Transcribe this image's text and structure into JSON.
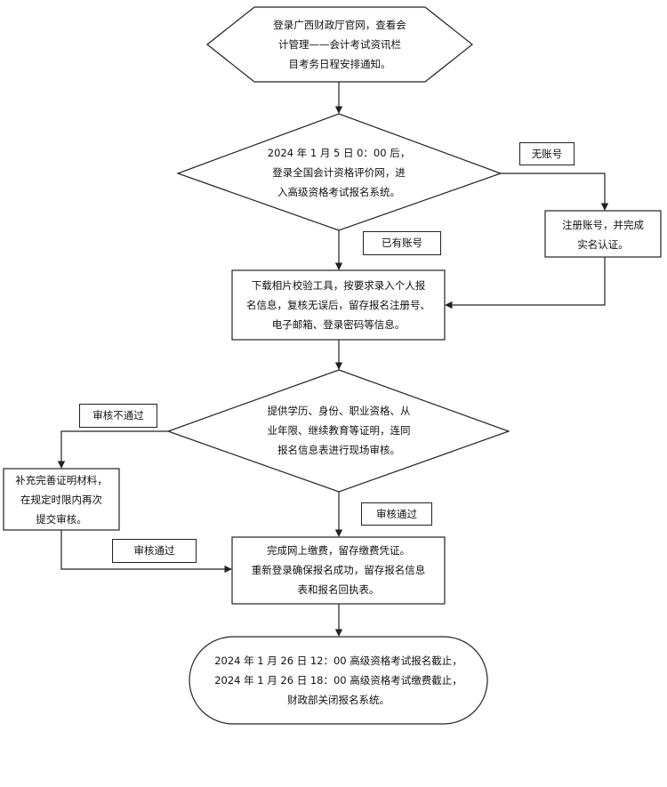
{
  "nodes": {
    "start": [
      "登录广西财政厅官网，查看会",
      "计管理——会计考试资讯栏",
      "目考务日程安排通知。"
    ],
    "decision_login": [
      "2024 年 1 月 5 日 0：00 后，",
      "登录全国会计资格评价网，进",
      "入高级资格考试报名系统。"
    ],
    "register": [
      "注册账号，并完成",
      "实名认证。"
    ],
    "fill_info": [
      "下载相片校验工具，按要求录入个人报",
      "名信息，复核无误后，留存报名注册号、",
      "电子邮箱、登录密码等信息。"
    ],
    "decision_review": [
      "提供学历、身份、职业资格、从",
      "业年限、继续教育等证明，连同",
      "报名信息表进行现场审核。"
    ],
    "supplement": [
      "补充完善证明材料，",
      "在规定时限内再次",
      "提交审核。"
    ],
    "payment": [
      "完成网上缴费，留存缴费凭证。",
      "重新登录确保报名成功，留存报名信息",
      "表和报名回执表。"
    ],
    "end": [
      "2024 年 1 月 26 日 12：00 高级资格考试报名截止，",
      "2024 年 1 月 26 日 18：00 高级资格考试缴费截止，",
      "财政部关闭报名系统。"
    ]
  },
  "edge_labels": {
    "no_account": "无账号",
    "has_account": "已有账号",
    "review_failed": "审核不通过",
    "review_passed_main": "审核通过",
    "review_passed_supplement": "审核通过"
  },
  "colors": {
    "stroke": "#222222",
    "text": "#111111",
    "background": "#ffffff"
  }
}
